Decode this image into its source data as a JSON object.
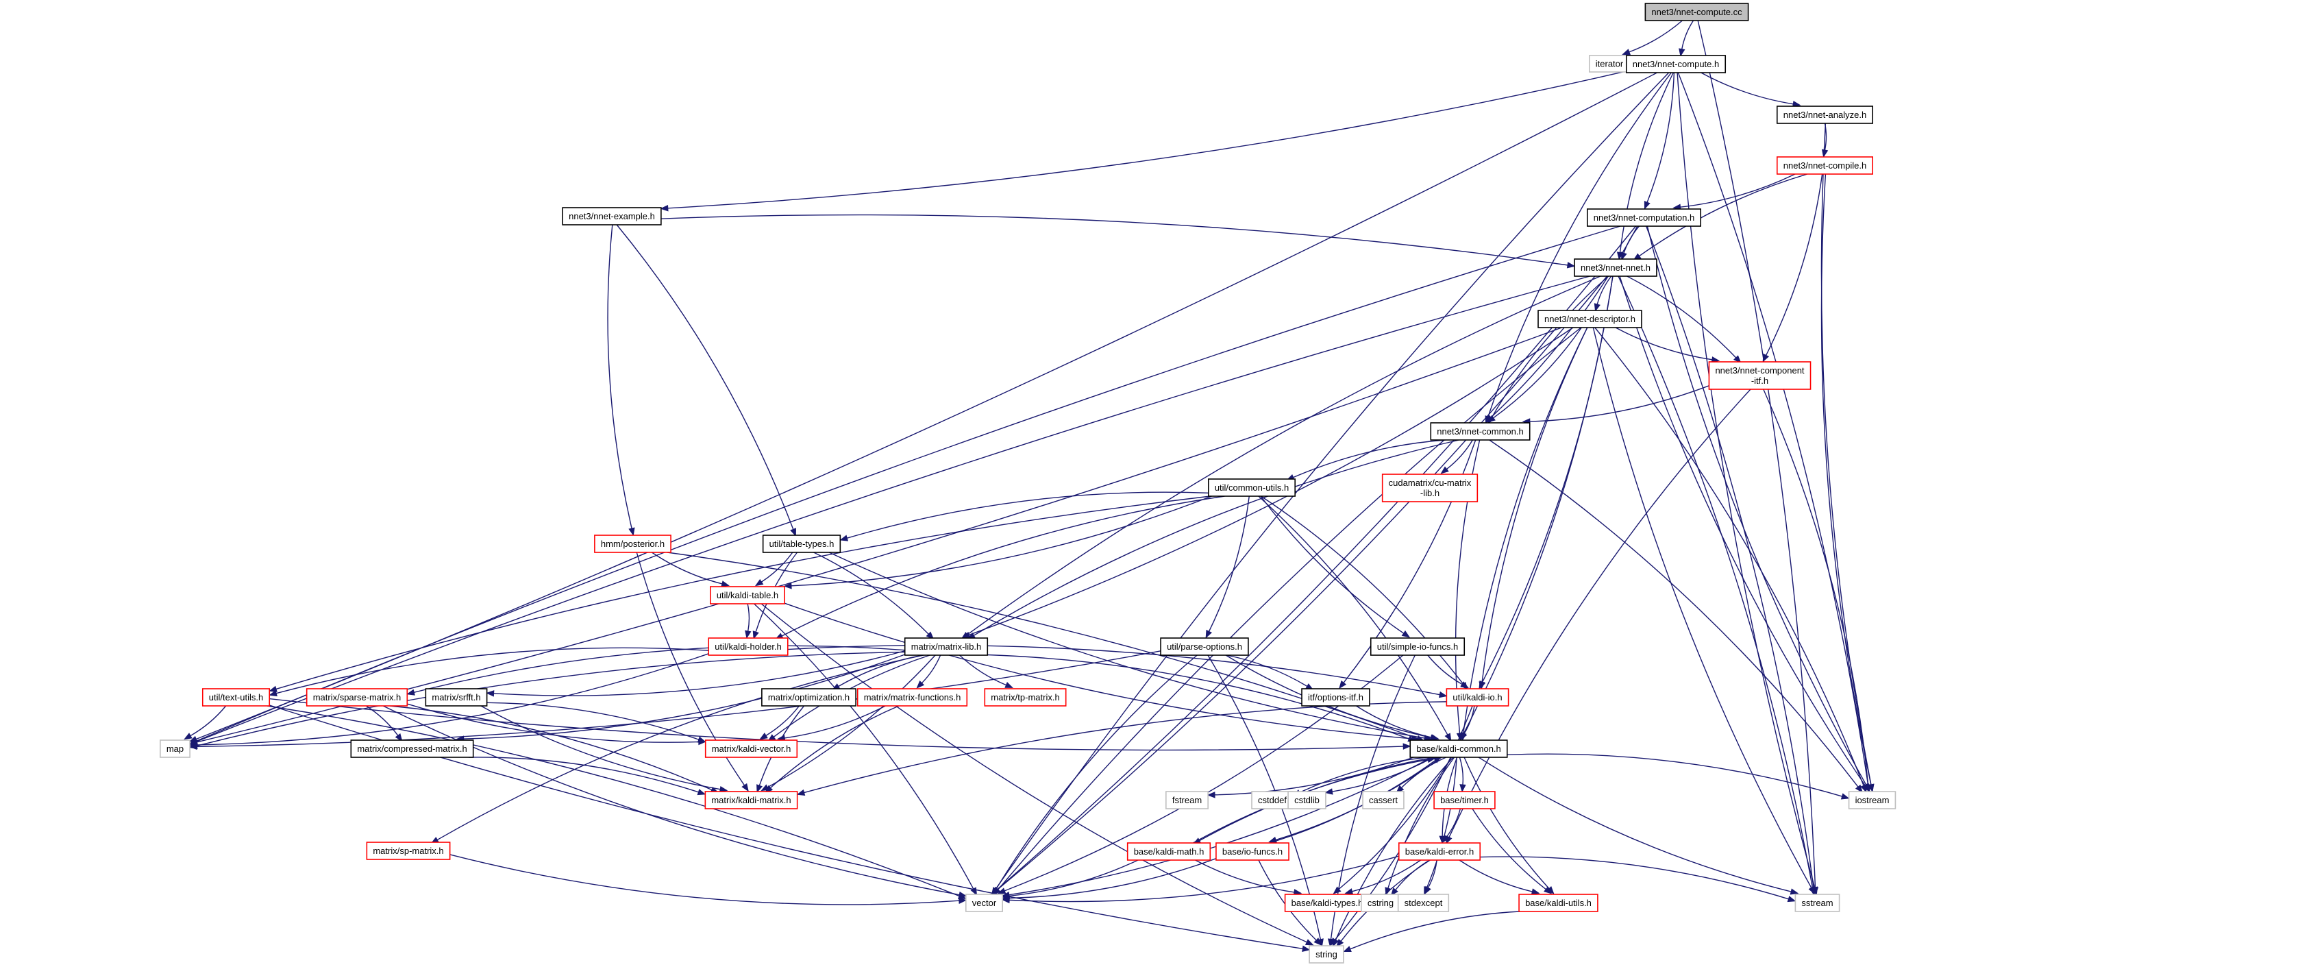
{
  "title": "nnet3/nnet-compute.cc include dependency graph",
  "colors": {
    "edge": "#191970",
    "root_fill": "#bfbfbf",
    "root_border": "#000000",
    "documented_border": "#000000",
    "undocumented_border": "#ff0000",
    "external_border": "#bfbfbf",
    "node_fill": "#ffffff"
  },
  "nodes": [
    {
      "id": "root",
      "label": [
        "nnet3/nnet-compute.cc"
      ],
      "kind": "root"
    },
    {
      "id": "iterator",
      "label": [
        "iterator"
      ],
      "kind": "external"
    },
    {
      "id": "compute_h",
      "label": [
        "nnet3/nnet-compute.h"
      ],
      "kind": "documented"
    },
    {
      "id": "analyze_h",
      "label": [
        "nnet3/nnet-analyze.h"
      ],
      "kind": "documented"
    },
    {
      "id": "compile_h",
      "label": [
        "nnet3/nnet-compile.h"
      ],
      "kind": "incomplete"
    },
    {
      "id": "example_h",
      "label": [
        "nnet3/nnet-example.h"
      ],
      "kind": "documented"
    },
    {
      "id": "computation_h",
      "label": [
        "nnet3/nnet-computation.h"
      ],
      "kind": "documented"
    },
    {
      "id": "nnet_h",
      "label": [
        "nnet3/nnet-nnet.h"
      ],
      "kind": "documented"
    },
    {
      "id": "descriptor_h",
      "label": [
        "nnet3/nnet-descriptor.h"
      ],
      "kind": "documented"
    },
    {
      "id": "component_itf_h",
      "label": [
        "nnet3/nnet-component",
        "-itf.h"
      ],
      "kind": "incomplete"
    },
    {
      "id": "common_h",
      "label": [
        "nnet3/nnet-common.h"
      ],
      "kind": "documented"
    },
    {
      "id": "cu_matrix_lib_h",
      "label": [
        "cudamatrix/cu-matrix",
        "-lib.h"
      ],
      "kind": "incomplete"
    },
    {
      "id": "common_utils_h",
      "label": [
        "util/common-utils.h"
      ],
      "kind": "documented"
    },
    {
      "id": "posterior_h",
      "label": [
        "hmm/posterior.h"
      ],
      "kind": "incomplete"
    },
    {
      "id": "table_types_h",
      "label": [
        "util/table-types.h"
      ],
      "kind": "documented"
    },
    {
      "id": "kaldi_table_h",
      "label": [
        "util/kaldi-table.h"
      ],
      "kind": "incomplete"
    },
    {
      "id": "kaldi_holder_h",
      "label": [
        "util/kaldi-holder.h"
      ],
      "kind": "incomplete"
    },
    {
      "id": "matrix_lib_h",
      "label": [
        "matrix/matrix-lib.h"
      ],
      "kind": "documented"
    },
    {
      "id": "parse_options_h",
      "label": [
        "util/parse-options.h"
      ],
      "kind": "documented"
    },
    {
      "id": "simple_io_funcs_h",
      "label": [
        "util/simple-io-funcs.h"
      ],
      "kind": "documented"
    },
    {
      "id": "text_utils_h",
      "label": [
        "util/text-utils.h"
      ],
      "kind": "incomplete"
    },
    {
      "id": "sparse_matrix_h",
      "label": [
        "matrix/sparse-matrix.h"
      ],
      "kind": "incomplete"
    },
    {
      "id": "srfft_h",
      "label": [
        "matrix/srfft.h"
      ],
      "kind": "documented"
    },
    {
      "id": "optimization_h",
      "label": [
        "matrix/optimization.h"
      ],
      "kind": "documented"
    },
    {
      "id": "matrix_functions_h",
      "label": [
        "matrix/matrix-functions.h"
      ],
      "kind": "incomplete"
    },
    {
      "id": "tp_matrix_h",
      "label": [
        "matrix/tp-matrix.h"
      ],
      "kind": "incomplete"
    },
    {
      "id": "options_itf_h",
      "label": [
        "itf/options-itf.h"
      ],
      "kind": "documented"
    },
    {
      "id": "kaldi_io_h",
      "label": [
        "util/kaldi-io.h"
      ],
      "kind": "incomplete"
    },
    {
      "id": "map",
      "label": [
        "map"
      ],
      "kind": "external"
    },
    {
      "id": "compressed_matrix_h",
      "label": [
        "matrix/compressed-matrix.h"
      ],
      "kind": "documented"
    },
    {
      "id": "kaldi_vector_h",
      "label": [
        "matrix/kaldi-vector.h"
      ],
      "kind": "incomplete"
    },
    {
      "id": "kaldi_matrix_h",
      "label": [
        "matrix/kaldi-matrix.h"
      ],
      "kind": "incomplete"
    },
    {
      "id": "kaldi_common_h",
      "label": [
        "base/kaldi-common.h"
      ],
      "kind": "documented"
    },
    {
      "id": "iostream",
      "label": [
        "iostream"
      ],
      "kind": "external"
    },
    {
      "id": "sp_matrix_h",
      "label": [
        "matrix/sp-matrix.h"
      ],
      "kind": "incomplete"
    },
    {
      "id": "fstream",
      "label": [
        "fstream"
      ],
      "kind": "external"
    },
    {
      "id": "cstddef",
      "label": [
        "cstddef"
      ],
      "kind": "external"
    },
    {
      "id": "cstdlib",
      "label": [
        "cstdlib"
      ],
      "kind": "external"
    },
    {
      "id": "cassert",
      "label": [
        "cassert"
      ],
      "kind": "external"
    },
    {
      "id": "timer_h",
      "label": [
        "base/timer.h"
      ],
      "kind": "incomplete"
    },
    {
      "id": "kaldi_math_h",
      "label": [
        "base/kaldi-math.h"
      ],
      "kind": "incomplete"
    },
    {
      "id": "io_funcs_h",
      "label": [
        "base/io-funcs.h"
      ],
      "kind": "incomplete"
    },
    {
      "id": "kaldi_error_h",
      "label": [
        "base/kaldi-error.h"
      ],
      "kind": "incomplete"
    },
    {
      "id": "vector",
      "label": [
        "vector"
      ],
      "kind": "external"
    },
    {
      "id": "kaldi_types_h",
      "label": [
        "base/kaldi-types.h"
      ],
      "kind": "incomplete"
    },
    {
      "id": "cstring",
      "label": [
        "cstring"
      ],
      "kind": "external"
    },
    {
      "id": "stdexcept",
      "label": [
        "stdexcept"
      ],
      "kind": "external"
    },
    {
      "id": "kaldi_utils_h",
      "label": [
        "base/kaldi-utils.h"
      ],
      "kind": "incomplete"
    },
    {
      "id": "sstream",
      "label": [
        "sstream"
      ],
      "kind": "external"
    },
    {
      "id": "string",
      "label": [
        "string"
      ],
      "kind": "external"
    }
  ],
  "edges": [
    [
      "root",
      "iterator"
    ],
    [
      "root",
      "compute_h"
    ],
    [
      "root",
      "sstream"
    ],
    [
      "compute_h",
      "analyze_h"
    ],
    [
      "compute_h",
      "computation_h"
    ],
    [
      "compute_h",
      "nnet_h"
    ],
    [
      "compute_h",
      "example_h"
    ],
    [
      "compute_h",
      "common_h"
    ],
    [
      "compute_h",
      "map"
    ],
    [
      "compute_h",
      "vector"
    ],
    [
      "compute_h",
      "iostream"
    ],
    [
      "compute_h",
      "sstream"
    ],
    [
      "analyze_h",
      "compile_h"
    ],
    [
      "analyze_h",
      "iostream"
    ],
    [
      "compile_h",
      "computation_h"
    ],
    [
      "compile_h",
      "nnet_h"
    ],
    [
      "compile_h",
      "component_itf_h"
    ],
    [
      "compile_h",
      "iostream"
    ],
    [
      "example_h",
      "nnet_h"
    ],
    [
      "example_h",
      "posterior_h"
    ],
    [
      "example_h",
      "table_types_h"
    ],
    [
      "computation_h",
      "nnet_h"
    ],
    [
      "computation_h",
      "common_h"
    ],
    [
      "computation_h",
      "map"
    ],
    [
      "computation_h",
      "vector"
    ],
    [
      "computation_h",
      "iostream"
    ],
    [
      "computation_h",
      "sstream"
    ],
    [
      "nnet_h",
      "descriptor_h"
    ],
    [
      "nnet_h",
      "component_itf_h"
    ],
    [
      "nnet_h",
      "common_h"
    ],
    [
      "nnet_h",
      "kaldi_io_h"
    ],
    [
      "nnet_h",
      "matrix_lib_h"
    ],
    [
      "nnet_h",
      "kaldi_common_h"
    ],
    [
      "nnet_h",
      "map"
    ],
    [
      "nnet_h",
      "vector"
    ],
    [
      "nnet_h",
      "iostream"
    ],
    [
      "nnet_h",
      "sstream"
    ],
    [
      "descriptor_h",
      "component_itf_h"
    ],
    [
      "descriptor_h",
      "common_h"
    ],
    [
      "descriptor_h",
      "kaldi_io_h"
    ],
    [
      "descriptor_h",
      "matrix_lib_h"
    ],
    [
      "descriptor_h",
      "kaldi_common_h"
    ],
    [
      "descriptor_h",
      "map"
    ],
    [
      "descriptor_h",
      "vector"
    ],
    [
      "descriptor_h",
      "iostream"
    ],
    [
      "descriptor_h",
      "sstream"
    ],
    [
      "component_itf_h",
      "common_h"
    ],
    [
      "component_itf_h",
      "kaldi_error_h"
    ],
    [
      "component_itf_h",
      "iostream"
    ],
    [
      "common_h",
      "common_utils_h"
    ],
    [
      "common_h",
      "cu_matrix_lib_h"
    ],
    [
      "common_h",
      "matrix_lib_h"
    ],
    [
      "common_h",
      "options_itf_h"
    ],
    [
      "common_h",
      "kaldi_common_h"
    ],
    [
      "common_h",
      "iostream"
    ],
    [
      "common_utils_h",
      "table_types_h"
    ],
    [
      "common_utils_h",
      "kaldi_table_h"
    ],
    [
      "common_utils_h",
      "kaldi_holder_h"
    ],
    [
      "common_utils_h",
      "parse_options_h"
    ],
    [
      "common_utils_h",
      "simple_io_funcs_h"
    ],
    [
      "common_utils_h",
      "kaldi_io_h"
    ],
    [
      "common_utils_h",
      "text_utils_h"
    ],
    [
      "common_utils_h",
      "kaldi_common_h"
    ],
    [
      "posterior_h",
      "kaldi_table_h"
    ],
    [
      "posterior_h",
      "kaldi_common_h"
    ],
    [
      "posterior_h",
      "kaldi_matrix_h"
    ],
    [
      "table_types_h",
      "kaldi_table_h"
    ],
    [
      "table_types_h",
      "kaldi_holder_h"
    ],
    [
      "table_types_h",
      "matrix_lib_h"
    ],
    [
      "table_types_h",
      "kaldi_common_h"
    ],
    [
      "kaldi_table_h",
      "kaldi_holder_h"
    ],
    [
      "kaldi_table_h",
      "kaldi_common_h"
    ],
    [
      "kaldi_table_h",
      "vector"
    ],
    [
      "kaldi_table_h",
      "string"
    ],
    [
      "kaldi_holder_h",
      "kaldi_io_h"
    ],
    [
      "kaldi_holder_h",
      "text_utils_h"
    ],
    [
      "kaldi_holder_h",
      "map"
    ],
    [
      "matrix_lib_h",
      "sparse_matrix_h"
    ],
    [
      "matrix_lib_h",
      "srfft_h"
    ],
    [
      "matrix_lib_h",
      "optimization_h"
    ],
    [
      "matrix_lib_h",
      "matrix_functions_h"
    ],
    [
      "matrix_lib_h",
      "tp_matrix_h"
    ],
    [
      "matrix_lib_h",
      "compressed_matrix_h"
    ],
    [
      "matrix_lib_h",
      "kaldi_vector_h"
    ],
    [
      "matrix_lib_h",
      "kaldi_matrix_h"
    ],
    [
      "matrix_lib_h",
      "sp_matrix_h"
    ],
    [
      "matrix_lib_h",
      "kaldi_common_h"
    ],
    [
      "matrix_lib_h",
      "map"
    ],
    [
      "parse_options_h",
      "options_itf_h"
    ],
    [
      "parse_options_h",
      "kaldi_common_h"
    ],
    [
      "parse_options_h",
      "map"
    ],
    [
      "parse_options_h",
      "vector"
    ],
    [
      "parse_options_h",
      "string"
    ],
    [
      "simple_io_funcs_h",
      "kaldi_io_h"
    ],
    [
      "simple_io_funcs_h",
      "vector"
    ],
    [
      "simple_io_funcs_h",
      "string"
    ],
    [
      "text_utils_h",
      "map"
    ],
    [
      "text_utils_h",
      "kaldi_common_h"
    ],
    [
      "text_utils_h",
      "vector"
    ],
    [
      "text_utils_h",
      "string"
    ],
    [
      "sparse_matrix_h",
      "compressed_matrix_h"
    ],
    [
      "sparse_matrix_h",
      "kaldi_vector_h"
    ],
    [
      "sparse_matrix_h",
      "kaldi_matrix_h"
    ],
    [
      "sparse_matrix_h",
      "vector"
    ],
    [
      "srfft_h",
      "kaldi_vector_h"
    ],
    [
      "srfft_h",
      "kaldi_matrix_h"
    ],
    [
      "optimization_h",
      "kaldi_vector_h"
    ],
    [
      "optimization_h",
      "kaldi_matrix_h"
    ],
    [
      "matrix_functions_h",
      "kaldi_vector_h"
    ],
    [
      "matrix_functions_h",
      "kaldi_matrix_h"
    ],
    [
      "compressed_matrix_h",
      "kaldi_matrix_h"
    ],
    [
      "options_itf_h",
      "kaldi_common_h"
    ],
    [
      "kaldi_io_h",
      "kaldi_common_h"
    ],
    [
      "kaldi_io_h",
      "kaldi_matrix_h"
    ],
    [
      "kaldi_io_h",
      "string"
    ],
    [
      "sp_matrix_h",
      "vector"
    ],
    [
      "kaldi_common_h",
      "fstream"
    ],
    [
      "kaldi_common_h",
      "cstddef"
    ],
    [
      "kaldi_common_h",
      "cstdlib"
    ],
    [
      "kaldi_common_h",
      "cassert"
    ],
    [
      "kaldi_common_h",
      "timer_h"
    ],
    [
      "kaldi_common_h",
      "kaldi_math_h"
    ],
    [
      "kaldi_common_h",
      "io_funcs_h"
    ],
    [
      "kaldi_common_h",
      "kaldi_error_h"
    ],
    [
      "kaldi_common_h",
      "kaldi_types_h"
    ],
    [
      "kaldi_common_h",
      "cstring"
    ],
    [
      "kaldi_common_h",
      "stdexcept"
    ],
    [
      "kaldi_common_h",
      "kaldi_utils_h"
    ],
    [
      "kaldi_common_h",
      "vector"
    ],
    [
      "kaldi_common_h",
      "string"
    ],
    [
      "kaldi_common_h",
      "iostream"
    ],
    [
      "kaldi_common_h",
      "sstream"
    ],
    [
      "timer_h",
      "kaldi_error_h"
    ],
    [
      "timer_h",
      "kaldi_utils_h"
    ],
    [
      "kaldi_math_h",
      "kaldi_common_h"
    ],
    [
      "kaldi_math_h",
      "kaldi_types_h"
    ],
    [
      "kaldi_math_h",
      "vector"
    ],
    [
      "io_funcs_h",
      "kaldi_common_h"
    ],
    [
      "io_funcs_h",
      "vector"
    ],
    [
      "io_funcs_h",
      "string"
    ],
    [
      "kaldi_error_h",
      "kaldi_types_h"
    ],
    [
      "kaldi_error_h",
      "cstring"
    ],
    [
      "kaldi_error_h",
      "stdexcept"
    ],
    [
      "kaldi_error_h",
      "kaldi_utils_h"
    ],
    [
      "kaldi_error_h",
      "vector"
    ],
    [
      "kaldi_error_h",
      "string"
    ],
    [
      "kaldi_error_h",
      "sstream"
    ],
    [
      "kaldi_utils_h",
      "string"
    ]
  ]
}
